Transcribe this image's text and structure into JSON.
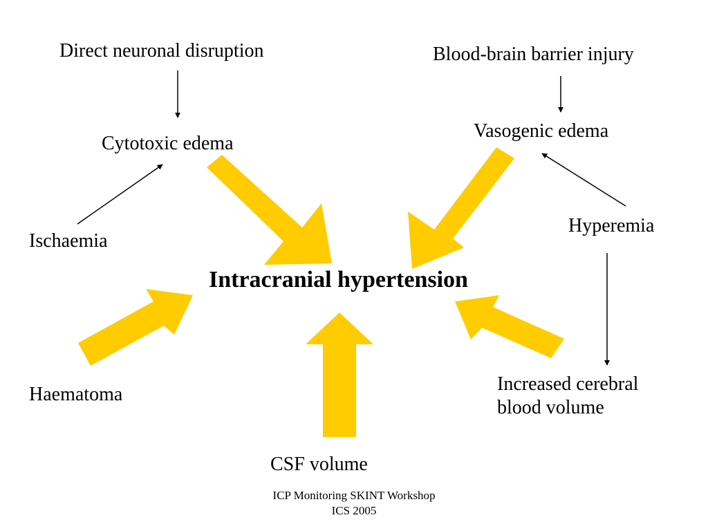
{
  "nodes": {
    "direct_neuronal_disruption": "Direct neuronal disruption",
    "blood_brain_barrier_injury": "Blood-brain barrier injury",
    "cytotoxic_edema": "Cytotoxic edema",
    "vasogenic_edema": "Vasogenic edema",
    "ischaemia": "Ischaemia",
    "hyperemia": "Hyperemia",
    "intracranial_hypertension": "Intracranial hypertension",
    "haematoma": "Haematoma",
    "increased_cbv_line1": "Increased cerebral",
    "increased_cbv_line2": "blood volume",
    "csf_volume": "CSF volume"
  },
  "footer": {
    "line1": "ICP Monitoring SKINT Workshop",
    "line2": "ICS 2005"
  },
  "colors": {
    "big_arrow": "#FFCC00",
    "thin_arrow": "#000000",
    "background": "#FFFFFF"
  }
}
